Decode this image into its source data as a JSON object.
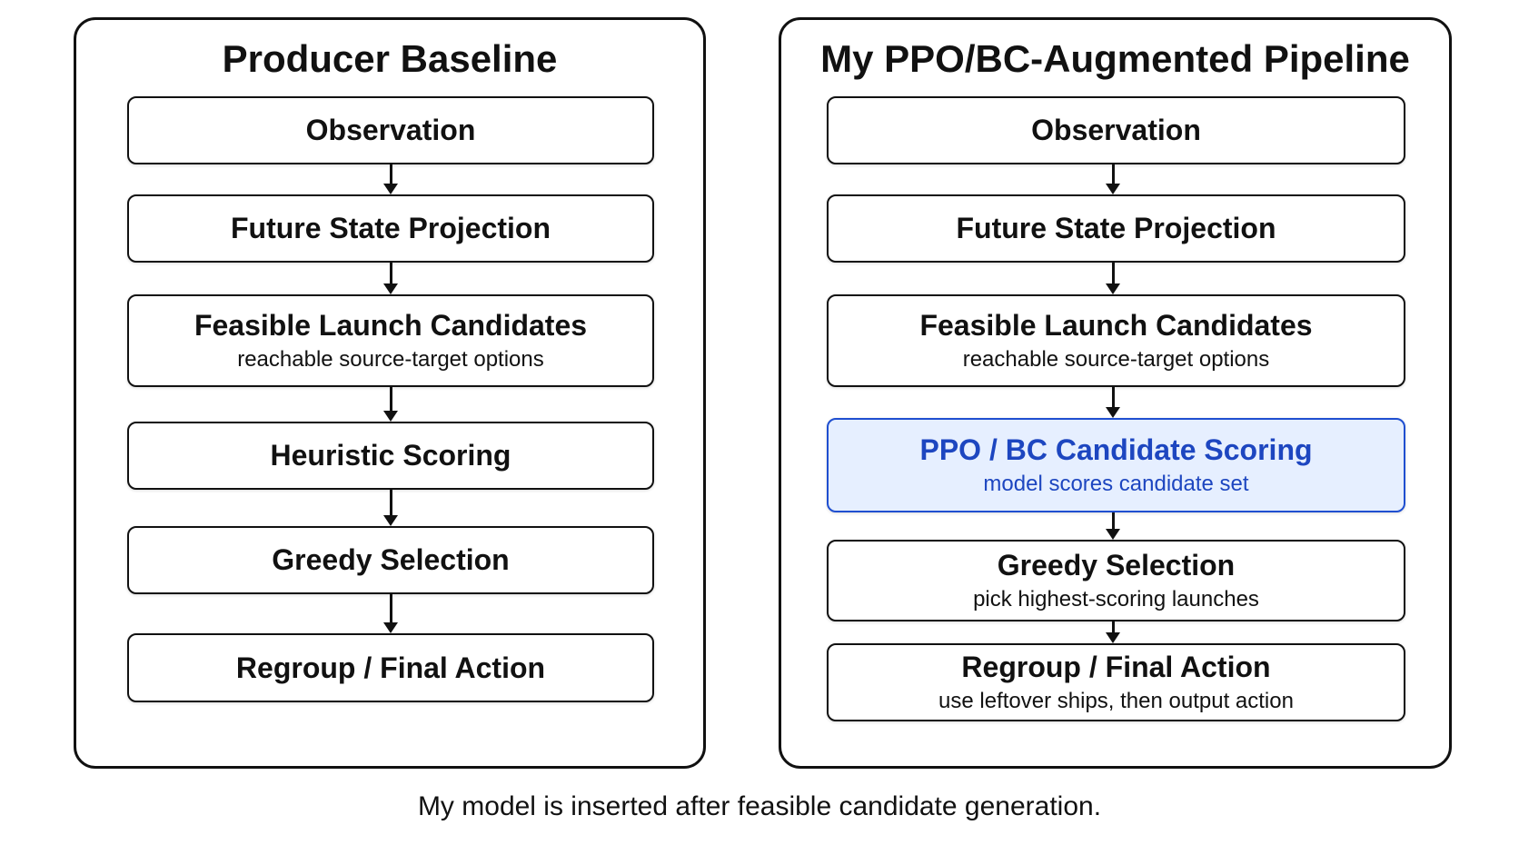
{
  "left_panel": {
    "title": "Producer Baseline",
    "steps": [
      {
        "title": "Observation"
      },
      {
        "title": "Future State Projection"
      },
      {
        "title": "Feasible Launch Candidates",
        "subtitle": "reachable source-target options"
      },
      {
        "title": "Heuristic Scoring"
      },
      {
        "title": "Greedy Selection"
      },
      {
        "title": "Regroup / Final Action"
      }
    ]
  },
  "right_panel": {
    "title": "My PPO/BC-Augmented Pipeline",
    "steps": [
      {
        "title": "Observation"
      },
      {
        "title": "Future State Projection"
      },
      {
        "title": "Feasible Launch Candidates",
        "subtitle": "reachable source-target options"
      },
      {
        "title": "PPO / BC Candidate Scoring",
        "subtitle": "model scores candidate set",
        "highlighted": true
      },
      {
        "title": "Greedy Selection",
        "subtitle": "pick highest-scoring launches"
      },
      {
        "title": "Regroup / Final Action",
        "subtitle": "use leftover ships, then output action"
      }
    ]
  },
  "caption": "My model is inserted after feasible candidate generation.",
  "colors": {
    "border": "#111111",
    "highlight_fill": "#e6efff",
    "highlight_border": "#1f4fd0",
    "highlight_text": "#1d46c0"
  }
}
